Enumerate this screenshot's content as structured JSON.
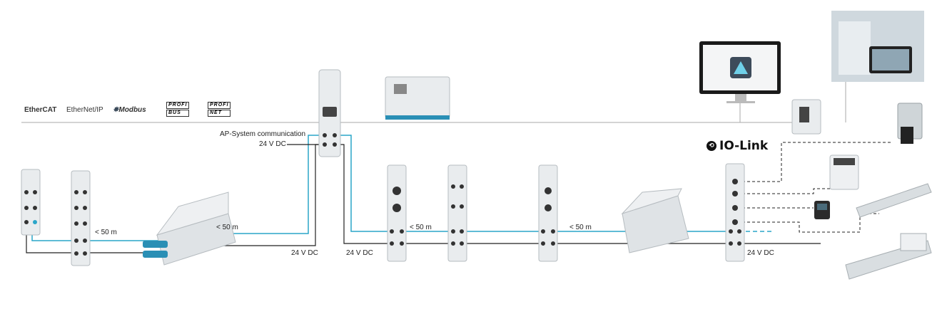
{
  "protocols": {
    "ethercat": "EtherCAT",
    "ethernetip": "EtherNet/IP",
    "modbus": "Modbus",
    "profibus_top": "PROFI",
    "profibus_bottom": "BUS",
    "profinet_top": "PROFI",
    "profinet_bottom": "NET"
  },
  "labels": {
    "ap_system": "AP-System communication",
    "v24_top": "24 V DC",
    "dist_left": "< 50 m",
    "dist_mid_left": "< 50 m",
    "dist_mid": "< 50 m",
    "dist_right": "< 50 m",
    "v24_bottom_1": "24 V DC",
    "v24_bottom_2": "24 V DC",
    "v24_bottom_3": "24 V DC"
  },
  "iolink": {
    "text": "IO-Link"
  },
  "colors": {
    "ap_line": "#2aa6c9",
    "power_line": "#222222",
    "bus_line": "#aaaaaa",
    "device_body": "#e9ecee",
    "device_edge": "#b6bcc0",
    "connector": "#333333"
  }
}
